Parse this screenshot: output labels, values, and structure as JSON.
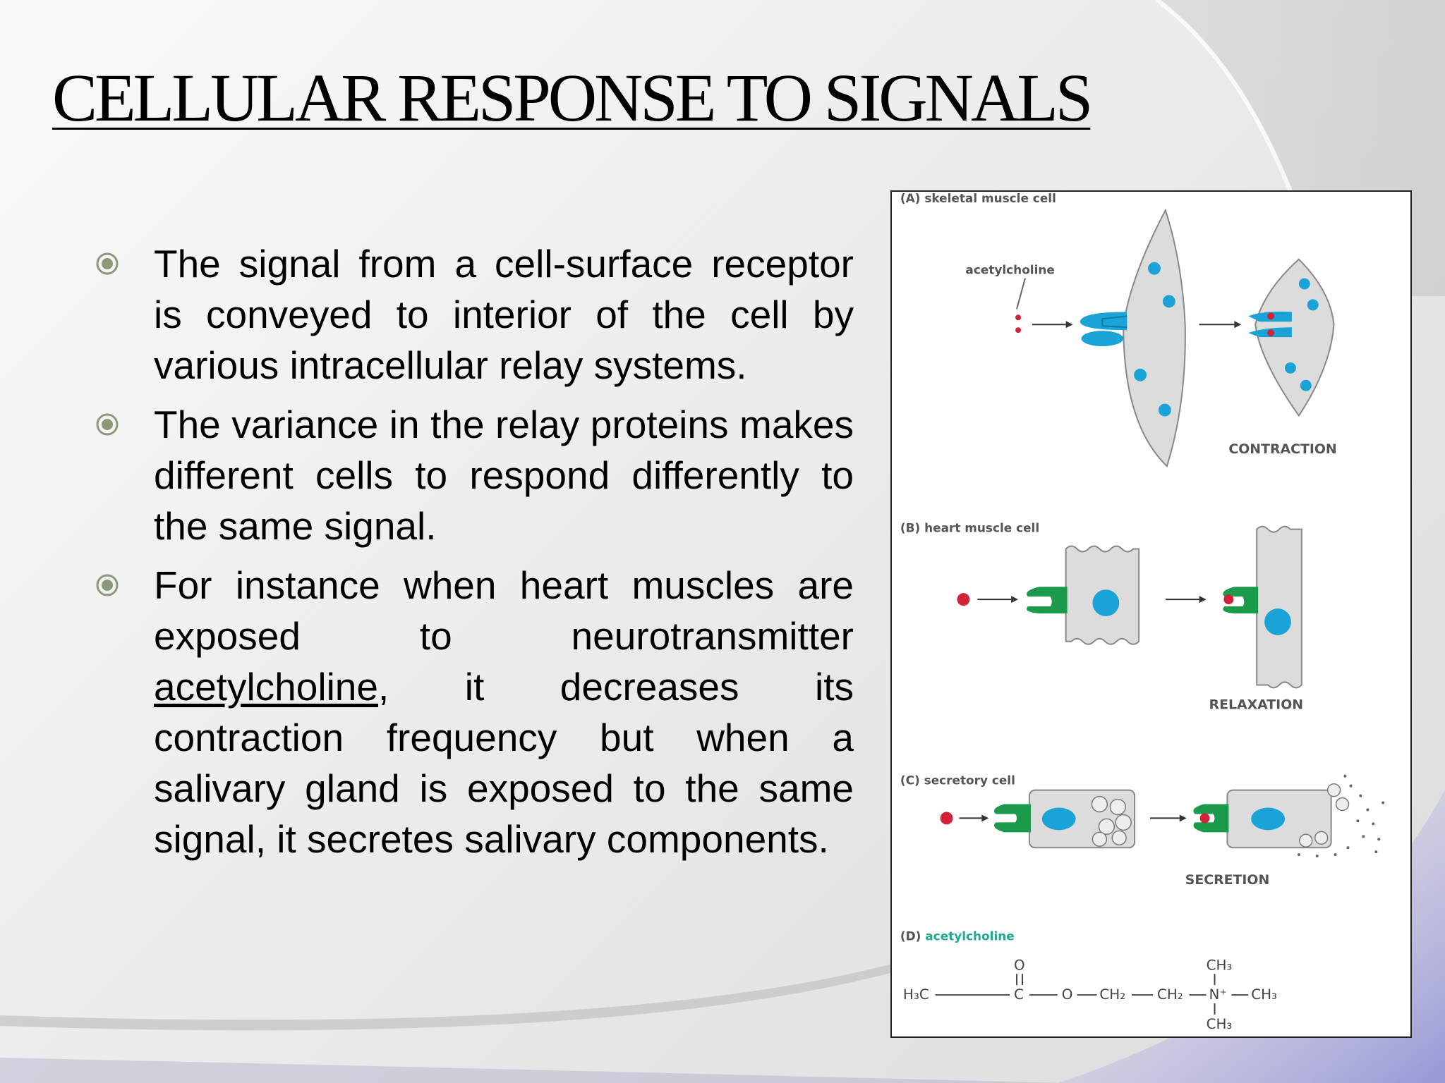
{
  "slide": {
    "title": "CELLULAR RESPONSE TO SIGNALS",
    "bullets": [
      {
        "text": "The signal from a cell-surface receptor is conveyed to interior of the cell by various intracellular relay systems."
      },
      {
        "text": "The variance in the relay proteins makes different cells to respond differently to the same signal."
      },
      {
        "before": "For instance when heart muscles are exposed to neurotransmitter ",
        "link": "acetylcholine",
        "after": ", it decreases its contraction frequency but when a salivary gland is exposed to the same signal, it secretes salivary components."
      }
    ]
  },
  "figure": {
    "panel_a_label": "(A) skeletal muscle cell",
    "acetylcholine_label": "acetylcholine",
    "contraction_label": "CONTRACTION",
    "panel_b_label": "(B) heart muscle cell",
    "relaxation_label": "RELAXATION",
    "panel_c_label": "(C) secretory cell",
    "secretion_label": "SECRETION",
    "panel_d_prefix": "(D)",
    "panel_d_name": "acetylcholine",
    "formula": {
      "h3c": "H₃C",
      "o_top": "O",
      "c": "C",
      "o": "O",
      "ch2_1": "CH₂",
      "ch2_2": "CH₂",
      "n": "N⁺",
      "ch3_top": "CH₃",
      "ch3_right": "CH₃",
      "ch3_bottom": "CH₃"
    }
  },
  "colors": {
    "bullet": "#8a9a78",
    "cell_fill": "#dcdcdc",
    "receptor_blue": "#1aa3d6",
    "receptor_green": "#1a9a4a",
    "ligand_red": "#d4213a",
    "panel_d_name": "#23a88a"
  }
}
